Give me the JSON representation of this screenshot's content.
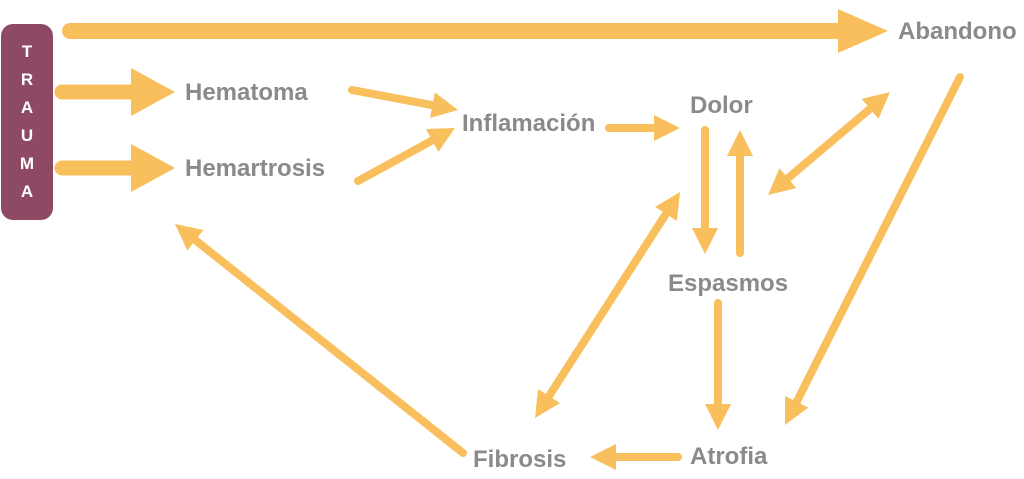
{
  "colors": {
    "arrow": "#f8bf5c",
    "trauma_bg": "#8e4a64",
    "text": "#8a8a8a",
    "trauma_text": "#ffffff"
  },
  "trauma": {
    "letters": [
      "T",
      "R",
      "A",
      "U",
      "M",
      "A"
    ]
  },
  "nodes": {
    "hematoma": "Hematoma",
    "hemartrosis": "Hemartrosis",
    "inflamacion": "Inflamación",
    "dolor": "Dolor",
    "espasmos": "Espasmos",
    "abandono": "Abandono",
    "fibrosis": "Fibrosis",
    "atrofia": "Atrofia"
  },
  "edges": [
    {
      "from": "trauma",
      "to": "abandono"
    },
    {
      "from": "trauma",
      "to": "hematoma"
    },
    {
      "from": "trauma",
      "to": "hemartrosis"
    },
    {
      "from": "hematoma",
      "to": "inflamacion"
    },
    {
      "from": "hemartrosis",
      "to": "inflamacion"
    },
    {
      "from": "inflamacion",
      "to": "dolor"
    },
    {
      "from": "dolor",
      "to": "espasmos"
    },
    {
      "from": "espasmos",
      "to": "dolor"
    },
    {
      "from": "dolor",
      "to": "abandono",
      "bidirectional": true
    },
    {
      "from": "abandono",
      "to": "atrofia"
    },
    {
      "from": "espasmos",
      "to": "atrofia"
    },
    {
      "from": "atrofia",
      "to": "fibrosis"
    },
    {
      "from": "fibrosis",
      "to": "espasmos",
      "bidirectional": true
    },
    {
      "from": "fibrosis",
      "to": "hemartrosis"
    }
  ]
}
